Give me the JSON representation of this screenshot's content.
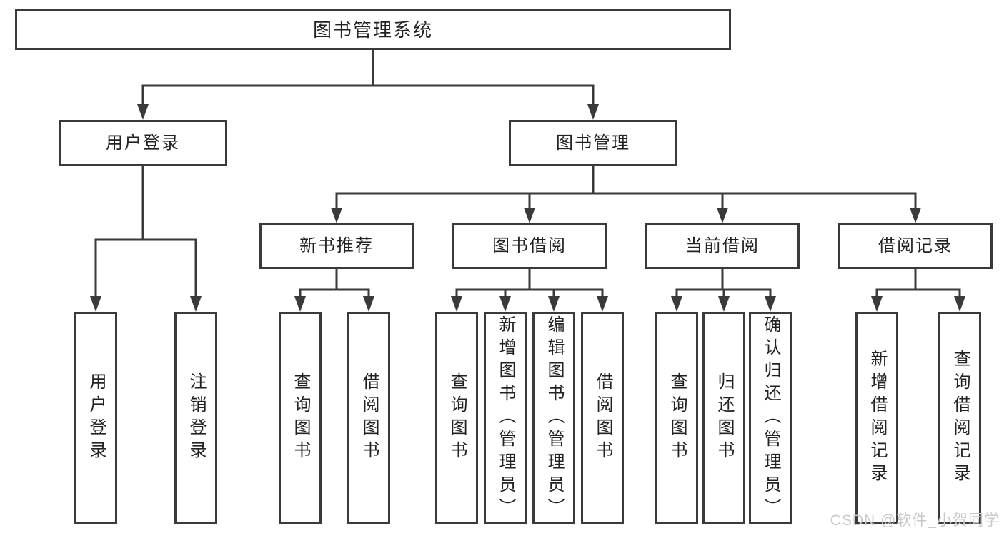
{
  "diagram": {
    "root": {
      "label": "图书管理系统"
    },
    "level2": {
      "user_login_group": {
        "label": "用户登录"
      },
      "book_management": {
        "label": "图书管理"
      }
    },
    "level3": {
      "new_book_recommend": {
        "label": "新书推荐"
      },
      "book_borrow": {
        "label": "图书借阅"
      },
      "current_borrow": {
        "label": "当前借阅"
      },
      "borrow_records": {
        "label": "借阅记录"
      }
    },
    "leaves": {
      "user_login": {
        "label": "用户登录"
      },
      "logout": {
        "label": "注销登录"
      },
      "nbr_query_books": {
        "label": "查询图书"
      },
      "nbr_borrow_books": {
        "label": "借阅图书"
      },
      "bb_query_books": {
        "label": "查询图书"
      },
      "bb_add_books": {
        "label": "新增图书（管理员）"
      },
      "bb_edit_books": {
        "label": "编辑图书（管理员）"
      },
      "bb_borrow_books": {
        "label": "借阅图书"
      },
      "cb_query_books": {
        "label": "查询图书"
      },
      "cb_return_books": {
        "label": "归还图书"
      },
      "cb_confirm_return": {
        "label": "确认归还（管理员）"
      },
      "br_add_record": {
        "label": "新增借阅记录"
      },
      "br_query_record": {
        "label": "查询借阅记录"
      }
    }
  },
  "watermark": {
    "label": "CSDN @软件_小贺同学"
  },
  "colors": {
    "line": "#3a3a3a",
    "text": "#222222",
    "watermark": "#c9c9c9",
    "background": "#ffffff"
  }
}
